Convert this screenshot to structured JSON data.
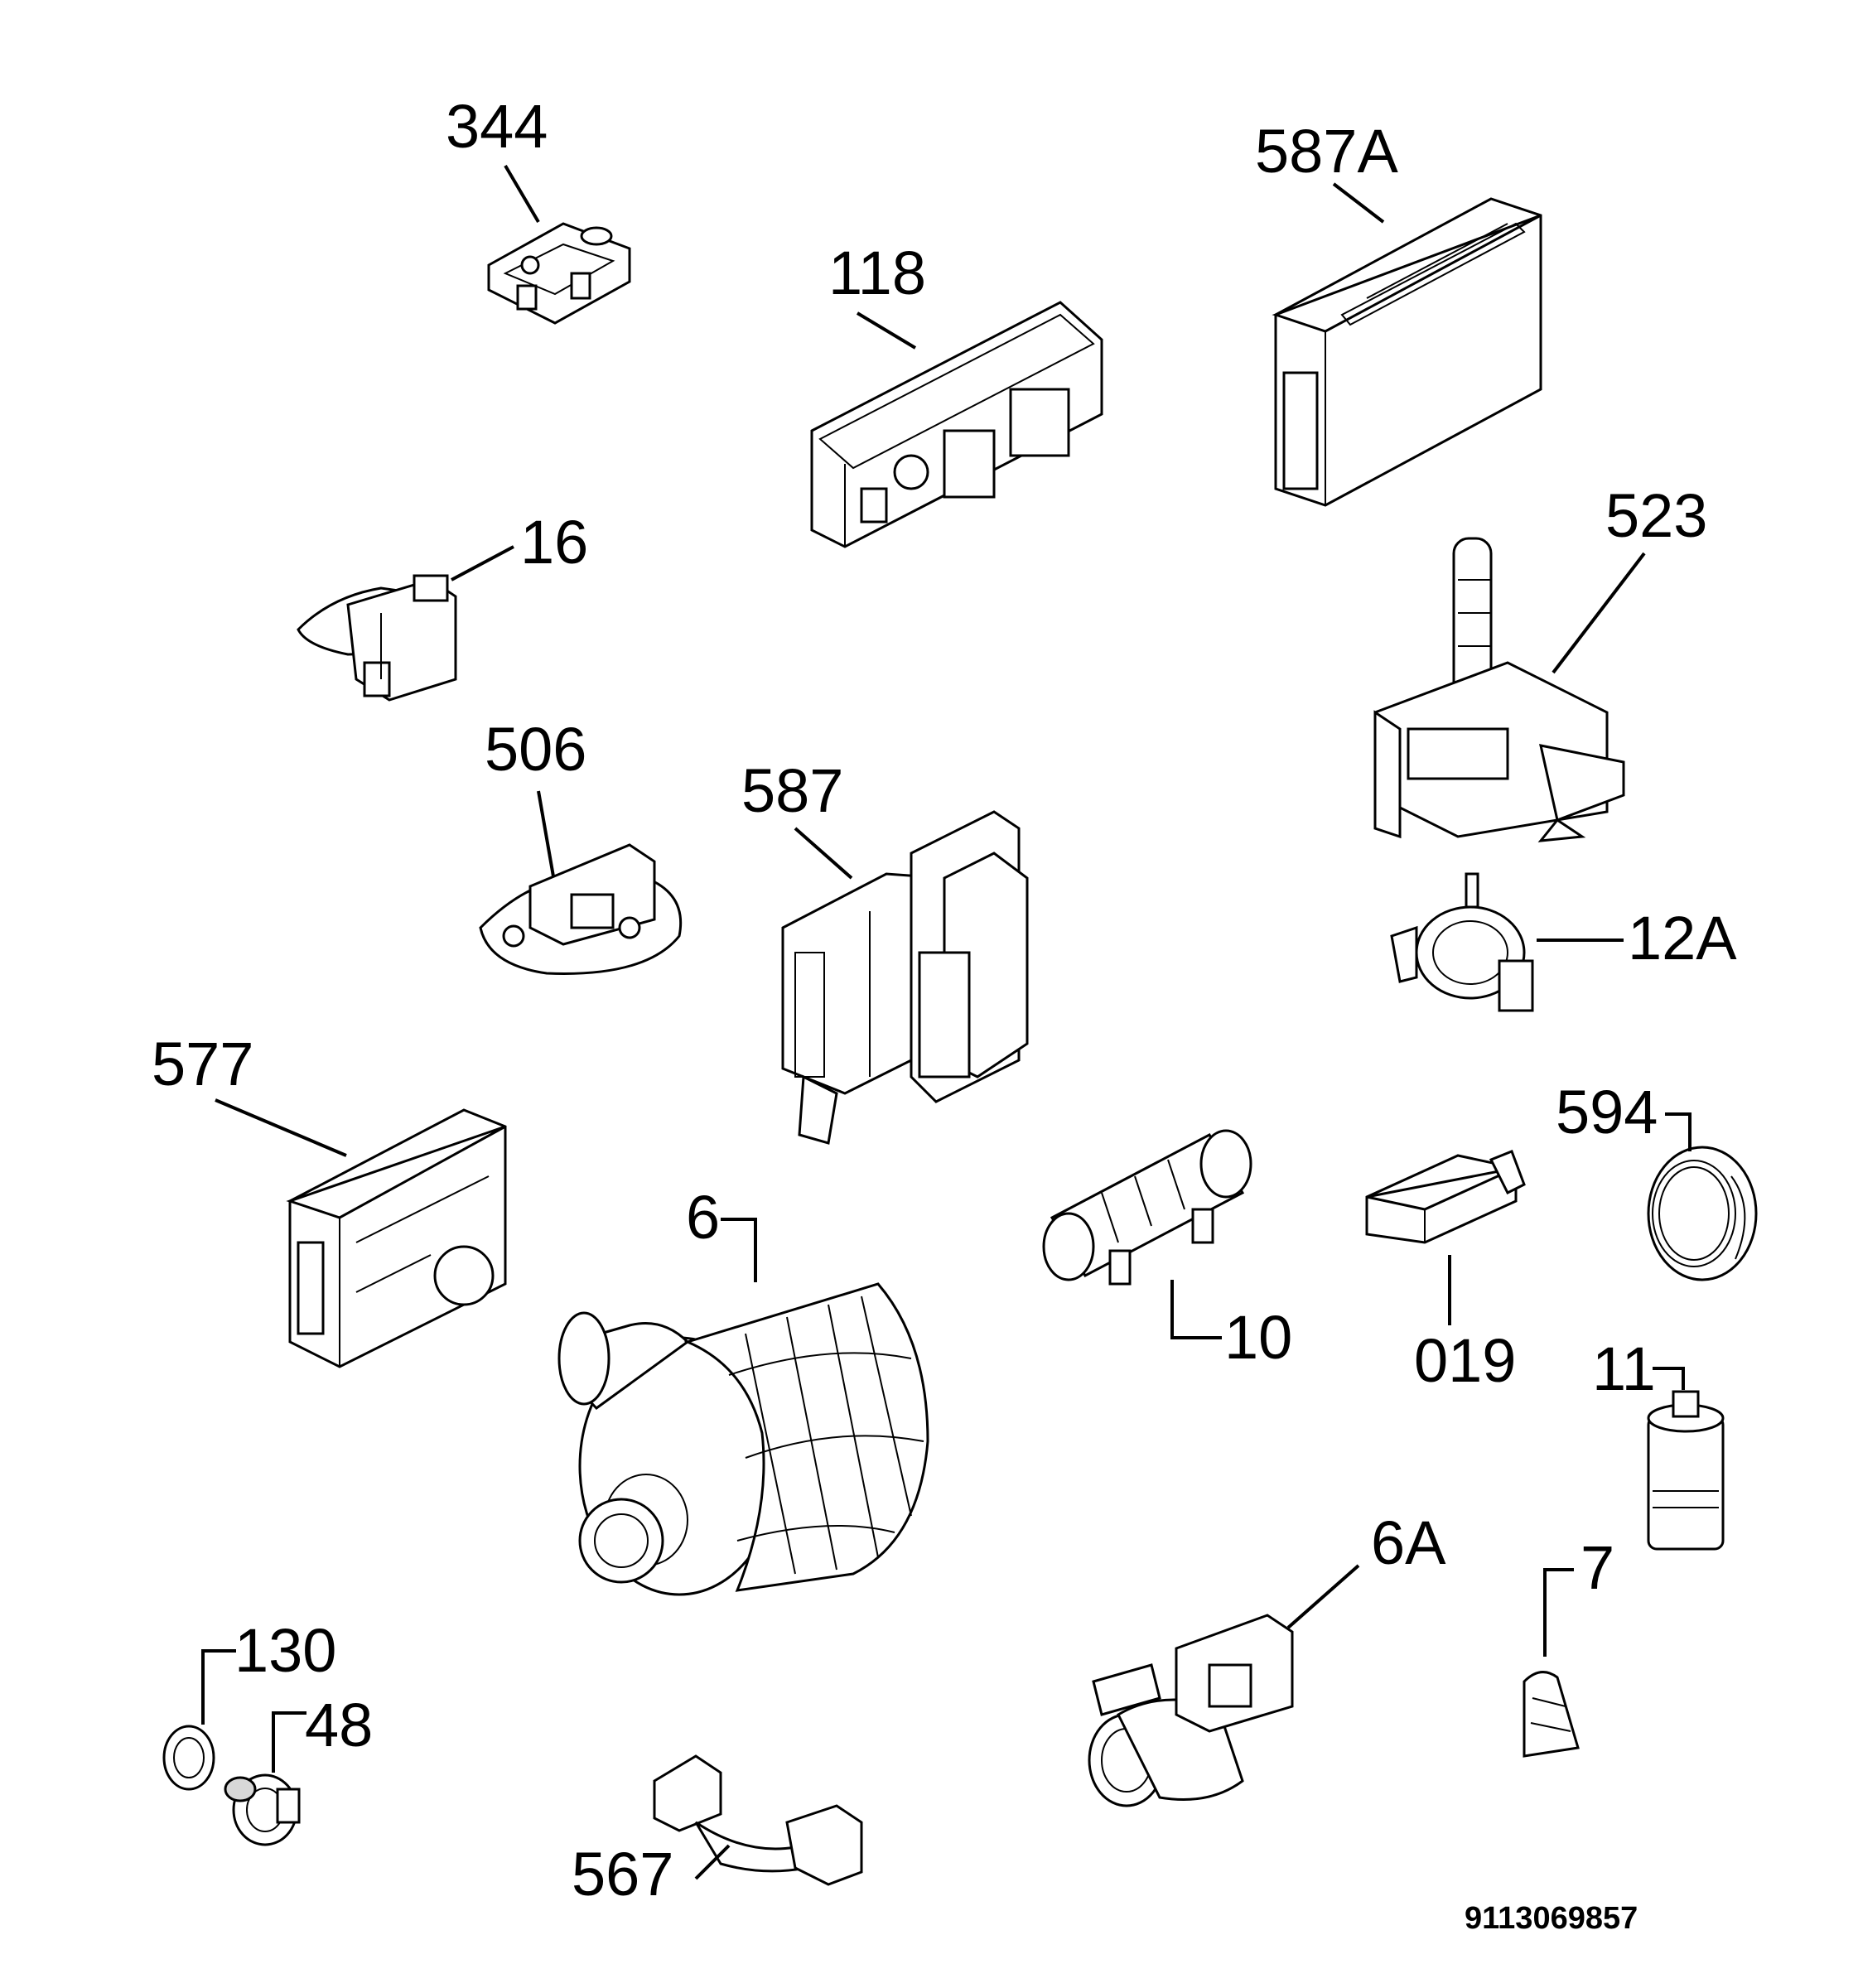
{
  "labels": {
    "p344": "344",
    "p587A": "587A",
    "p118": "118",
    "p16": "16",
    "p523": "523",
    "p506": "506",
    "p587": "587",
    "p12A": "12A",
    "p577": "577",
    "p594": "594",
    "p6": "6",
    "p10": "10",
    "p019": "019",
    "p11": "11",
    "p6A": "6A",
    "p7": "7",
    "p130": "130",
    "p48": "48",
    "p567": "567"
  },
  "document_number": "9113069857"
}
